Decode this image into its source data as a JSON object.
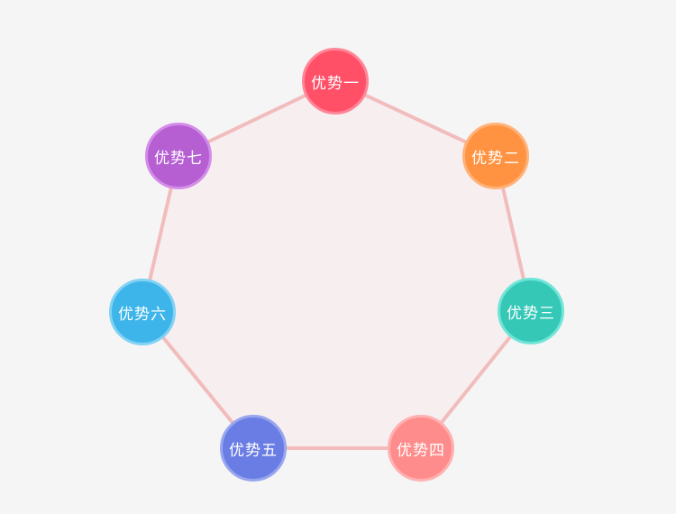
{
  "diagram": {
    "polygon": {
      "fill": "#f7eef0",
      "stroke": "#f2bcbc"
    },
    "nodes": [
      {
        "label": "优势一",
        "color": "#ff5068",
        "border": "#ff8597"
      },
      {
        "label": "优势二",
        "color": "#ff9342",
        "border": "#ffb27a"
      },
      {
        "label": "优势三",
        "color": "#36c8b7",
        "border": "#6fe5d8"
      },
      {
        "label": "优势四",
        "color": "#ff8c8c",
        "border": "#ffb1b1"
      },
      {
        "label": "优势五",
        "color": "#6a7de4",
        "border": "#98a6f0"
      },
      {
        "label": "优势六",
        "color": "#3db5ea",
        "border": "#82d2f4"
      },
      {
        "label": "优势七",
        "color": "#b55fd3",
        "border": "#d48ce9"
      }
    ]
  }
}
